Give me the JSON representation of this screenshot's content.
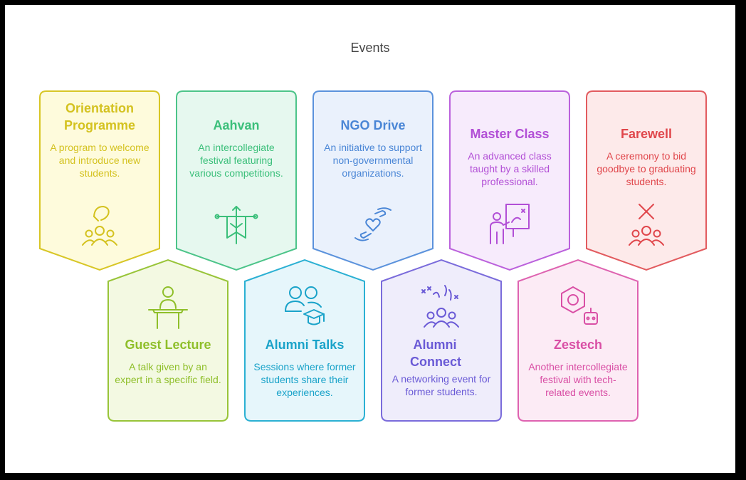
{
  "title": "Events",
  "colors": {
    "orientation": "#d4c21f",
    "aahvan": "#3bbf7a",
    "ngo": "#4a86d6",
    "master": "#b24fd6",
    "farewell": "#e0464b",
    "guest": "#8fbf2a",
    "alumni_talks": "#1aa3c9",
    "alumni_connect": "#6a5ad6",
    "zestech": "#d94fa5"
  },
  "events": [
    {
      "id": "orientation",
      "title": "Orientation Programme",
      "desc": "A program to welcome and introduce new students.",
      "icon": "group-help-icon"
    },
    {
      "id": "aahvan",
      "title": "Aahvan",
      "desc": "An intercollegiate festival featuring various competitions.",
      "icon": "banner-flag-icon"
    },
    {
      "id": "ngo",
      "title": "NGO Drive",
      "desc": "An initiative to support non-governmental organizations.",
      "icon": "hands-heart-icon"
    },
    {
      "id": "master",
      "title": "Master Class",
      "desc": "An advanced class taught by a skilled professional.",
      "icon": "teacher-board-icon"
    },
    {
      "id": "farewell",
      "title": "Farewell",
      "desc": "A ceremony to bid goodbye to graduating students.",
      "icon": "group-goodbye-icon"
    },
    {
      "id": "guest",
      "title": "Guest Lecture",
      "desc": "A talk given by an expert in a specific field.",
      "icon": "podium-speaker-icon"
    },
    {
      "id": "alumni_talks",
      "title": "Alumni Talks",
      "desc": "Sessions where former students share their experiences.",
      "icon": "graduates-icon"
    },
    {
      "id": "alumni_connect",
      "title": "Alumni Connect",
      "desc": "A networking event for former students.",
      "icon": "celebration-group-icon"
    },
    {
      "id": "zestech",
      "title": "Zestech",
      "desc": "Another intercollegiate festival with tech-related events.",
      "icon": "tech-robot-icon"
    }
  ]
}
